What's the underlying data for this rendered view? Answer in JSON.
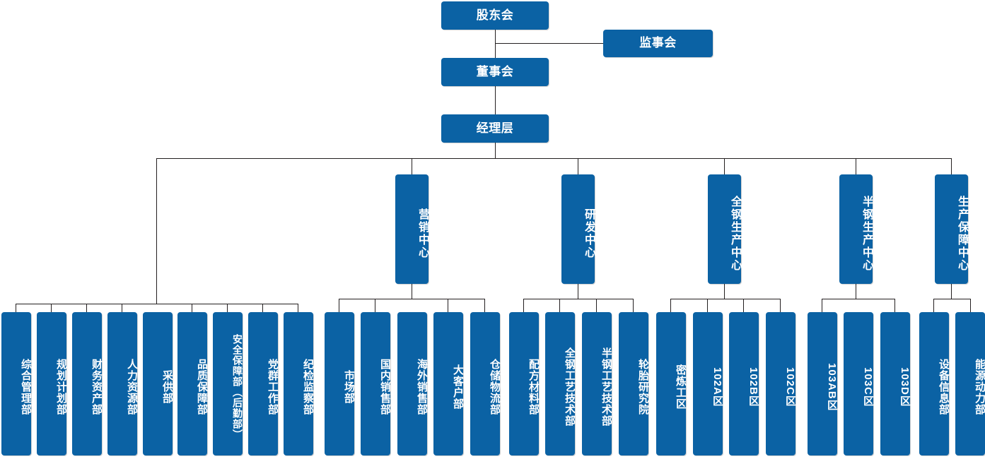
{
  "meta": {
    "title": "组织架构图",
    "accent_color": "#0b62a4",
    "line_color": "#231f20",
    "text_color": "#ffffff",
    "background": "#ffffff"
  },
  "top": {
    "shareholders": "股东会",
    "supervisors": "监事会",
    "board": "董事会",
    "management": "经理层"
  },
  "centers": [
    {
      "id": "marketing",
      "label": "营销中心"
    },
    {
      "id": "rnd",
      "label": "研发中心"
    },
    {
      "id": "allsteel",
      "label": "全钢生产中心"
    },
    {
      "id": "semisteel",
      "label": "半钢生产中心"
    },
    {
      "id": "production",
      "label": "生产保障中心"
    }
  ],
  "functional_departments": [
    {
      "label": "综合管理部"
    },
    {
      "label": "规划计划部"
    },
    {
      "label": "财务资产部"
    },
    {
      "label": "人力资源部"
    },
    {
      "label": "采供部"
    },
    {
      "label": "品质保障部"
    },
    {
      "label": "安全保障部（后勤部）"
    },
    {
      "label": "党群工作部"
    },
    {
      "label": "纪检监察部"
    }
  ],
  "marketing_departments": [
    {
      "label": "市场部"
    },
    {
      "label": "国内销售部"
    },
    {
      "label": "海外销售部"
    },
    {
      "label": "大客户部"
    },
    {
      "label": "仓储物流部"
    }
  ],
  "rnd_departments": [
    {
      "label": "配方材料部"
    },
    {
      "label": "全钢工艺技术部"
    },
    {
      "label": "半钢工艺技术部"
    },
    {
      "label": "轮胎研究院"
    }
  ],
  "allsteel_departments": [
    {
      "label": "密炼工区",
      "code": false
    },
    {
      "label": "102A区",
      "code": true
    },
    {
      "label": "102B区",
      "code": true
    },
    {
      "label": "102C区",
      "code": true
    }
  ],
  "semisteel_departments": [
    {
      "label": "103AB区",
      "code": true
    },
    {
      "label": "103C区",
      "code": true
    },
    {
      "label": "103D区",
      "code": true
    }
  ],
  "production_departments": [
    {
      "label": "设备信息部",
      "code": false
    },
    {
      "label": "能源动力部",
      "code": false
    }
  ]
}
